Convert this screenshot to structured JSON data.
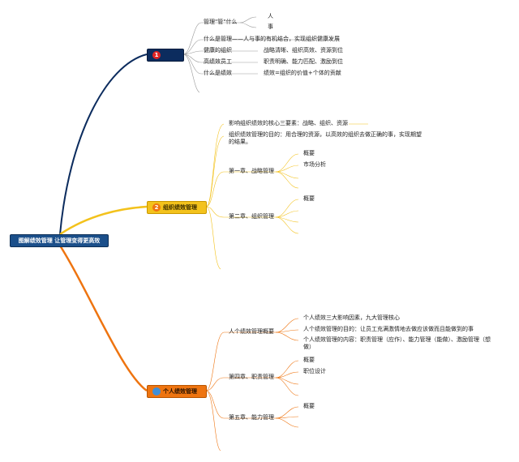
{
  "root": {
    "label": "图解绩效管理 让管理变得更高效"
  },
  "branches": {
    "b1": {
      "number": "1",
      "label": ""
    },
    "b2": {
      "number": "2",
      "label": "组织绩效管理"
    },
    "b3": {
      "number": "",
      "label": "个人绩效管理"
    }
  },
  "colors": {
    "b1": "#0c2c5e",
    "b2": "#f3c21c",
    "b3": "#ee7410",
    "root": "#1b4f8a"
  },
  "b1_items": {
    "manage_what": "管理\"管\"什么",
    "people": "人",
    "things": "事",
    "what_is_management": "什么是管理——人与事的有机结合，实现组织健康发展",
    "healthy_org": "健康的组织",
    "healthy_org_desc": "战略清晰、组织高效、资源到位",
    "high_perf_staff": "高绩效员工",
    "high_perf_staff_desc": "职责明确、能力匹配、激励到位",
    "what_is_perf": "什么是绩效",
    "what_is_perf_desc": "绩效=组织的价值+个体的贡献"
  },
  "b2_items": {
    "three_elements": "影响组织绩效的核心三要素：战略、组织、资源",
    "purpose": "组织绩效管理的目的：用合理的资源，以高效的组织去做正确的事，实现期望的结果。",
    "ch1": "第一章、战略管理",
    "ch1_overview": "概要",
    "ch1_market": "市场分析",
    "ch2": "第二章、组织管理",
    "ch2_overview": "概要"
  },
  "b3_items": {
    "overview": "人个绩效管理概要",
    "three_factors": "个人绩效三大影响因素，九大管理核心",
    "purpose": "人个绩效管理的目的：让员工充满激情地去做应该做而且能做到的事",
    "content": "个人绩效管理的内容：职责管理（应作）、能力管理（能做）、激励管理（想做）",
    "ch4": "第四章、职责管理",
    "ch4_overview": "概要",
    "ch4_position": "职位设计",
    "ch5": "第五章、能力管理",
    "ch5_overview": "概要"
  }
}
